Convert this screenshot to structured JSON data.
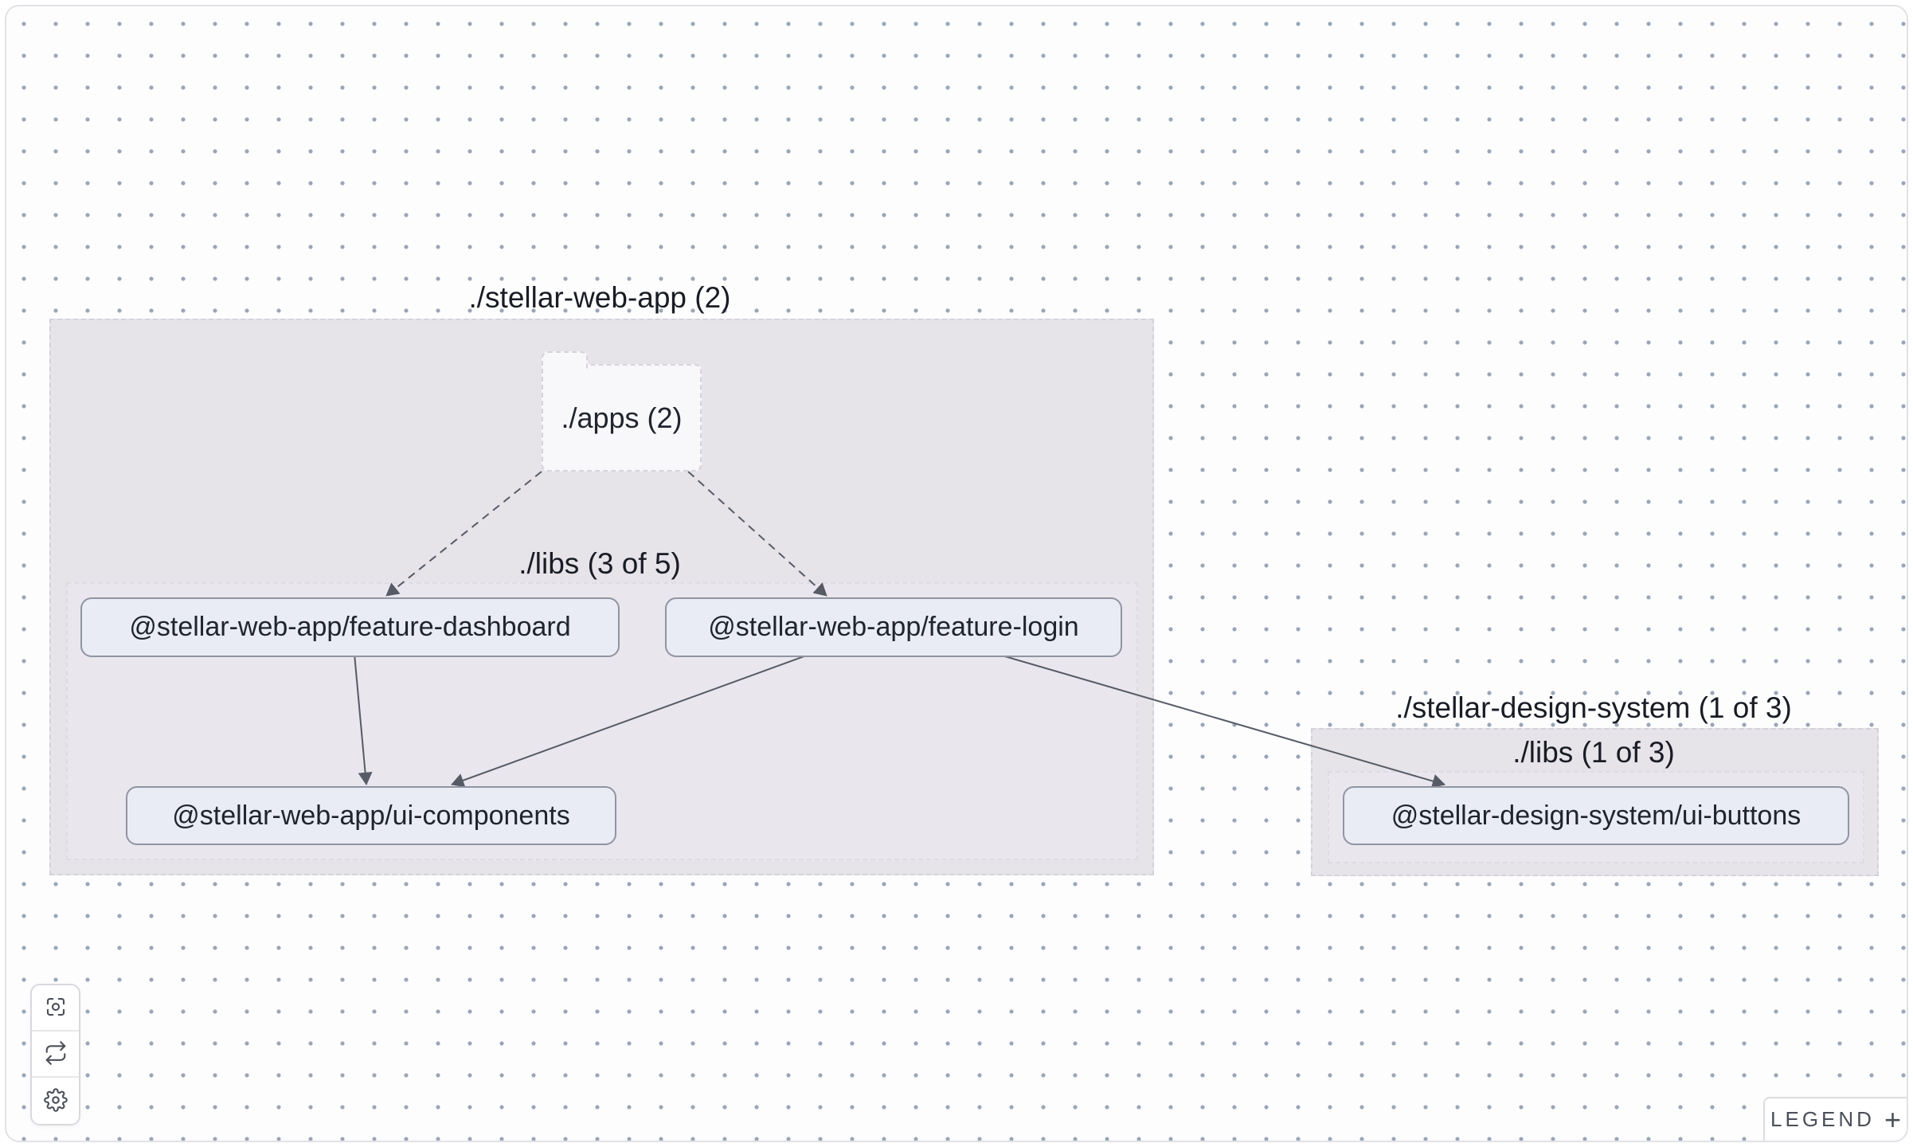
{
  "graph": {
    "groups": {
      "web_app": {
        "label": "./stellar-web-app (2)"
      },
      "web_app_libs": {
        "label": "./libs (3 of 5)"
      },
      "design": {
        "label": "./stellar-design-system (1 of 3)"
      },
      "design_libs": {
        "label": "./libs (1 of 3)"
      }
    },
    "folder": {
      "apps": {
        "label": "./apps (2)"
      }
    },
    "nodes": {
      "feature_dashboard": {
        "label": "@stellar-web-app/feature-dashboard"
      },
      "feature_login": {
        "label": "@stellar-web-app/feature-login"
      },
      "ui_components": {
        "label": "@stellar-web-app/ui-components"
      },
      "ui_buttons": {
        "label": "@stellar-design-system/ui-buttons"
      }
    },
    "edges": [
      {
        "from": "./apps",
        "to": "@stellar-web-app/feature-dashboard",
        "style": "dashed"
      },
      {
        "from": "./apps",
        "to": "@stellar-web-app/feature-login",
        "style": "dashed"
      },
      {
        "from": "@stellar-web-app/feature-dashboard",
        "to": "@stellar-web-app/ui-components",
        "style": "solid"
      },
      {
        "from": "@stellar-web-app/feature-login",
        "to": "@stellar-web-app/ui-components",
        "style": "solid"
      },
      {
        "from": "@stellar-web-app/feature-login",
        "to": "@stellar-design-system/ui-buttons",
        "style": "solid"
      }
    ]
  },
  "toolbar": {
    "buttons": [
      {
        "icon": "focus-icon"
      },
      {
        "icon": "refresh-icon"
      },
      {
        "icon": "settings-icon"
      }
    ]
  },
  "legend": {
    "label": "LEGEND",
    "toggle": "+"
  },
  "colors": {
    "canvas_bg": "#fdfdfe",
    "dot": "#9aa5b6",
    "group_fill": "#e6e3e9",
    "subgroup_fill": "#e9e7ed",
    "folder_fill": "#f8f7fa",
    "node_fill": "#e9ecf4",
    "node_border": "#9094a2",
    "edge": "#565b66",
    "text": "#20242e"
  }
}
